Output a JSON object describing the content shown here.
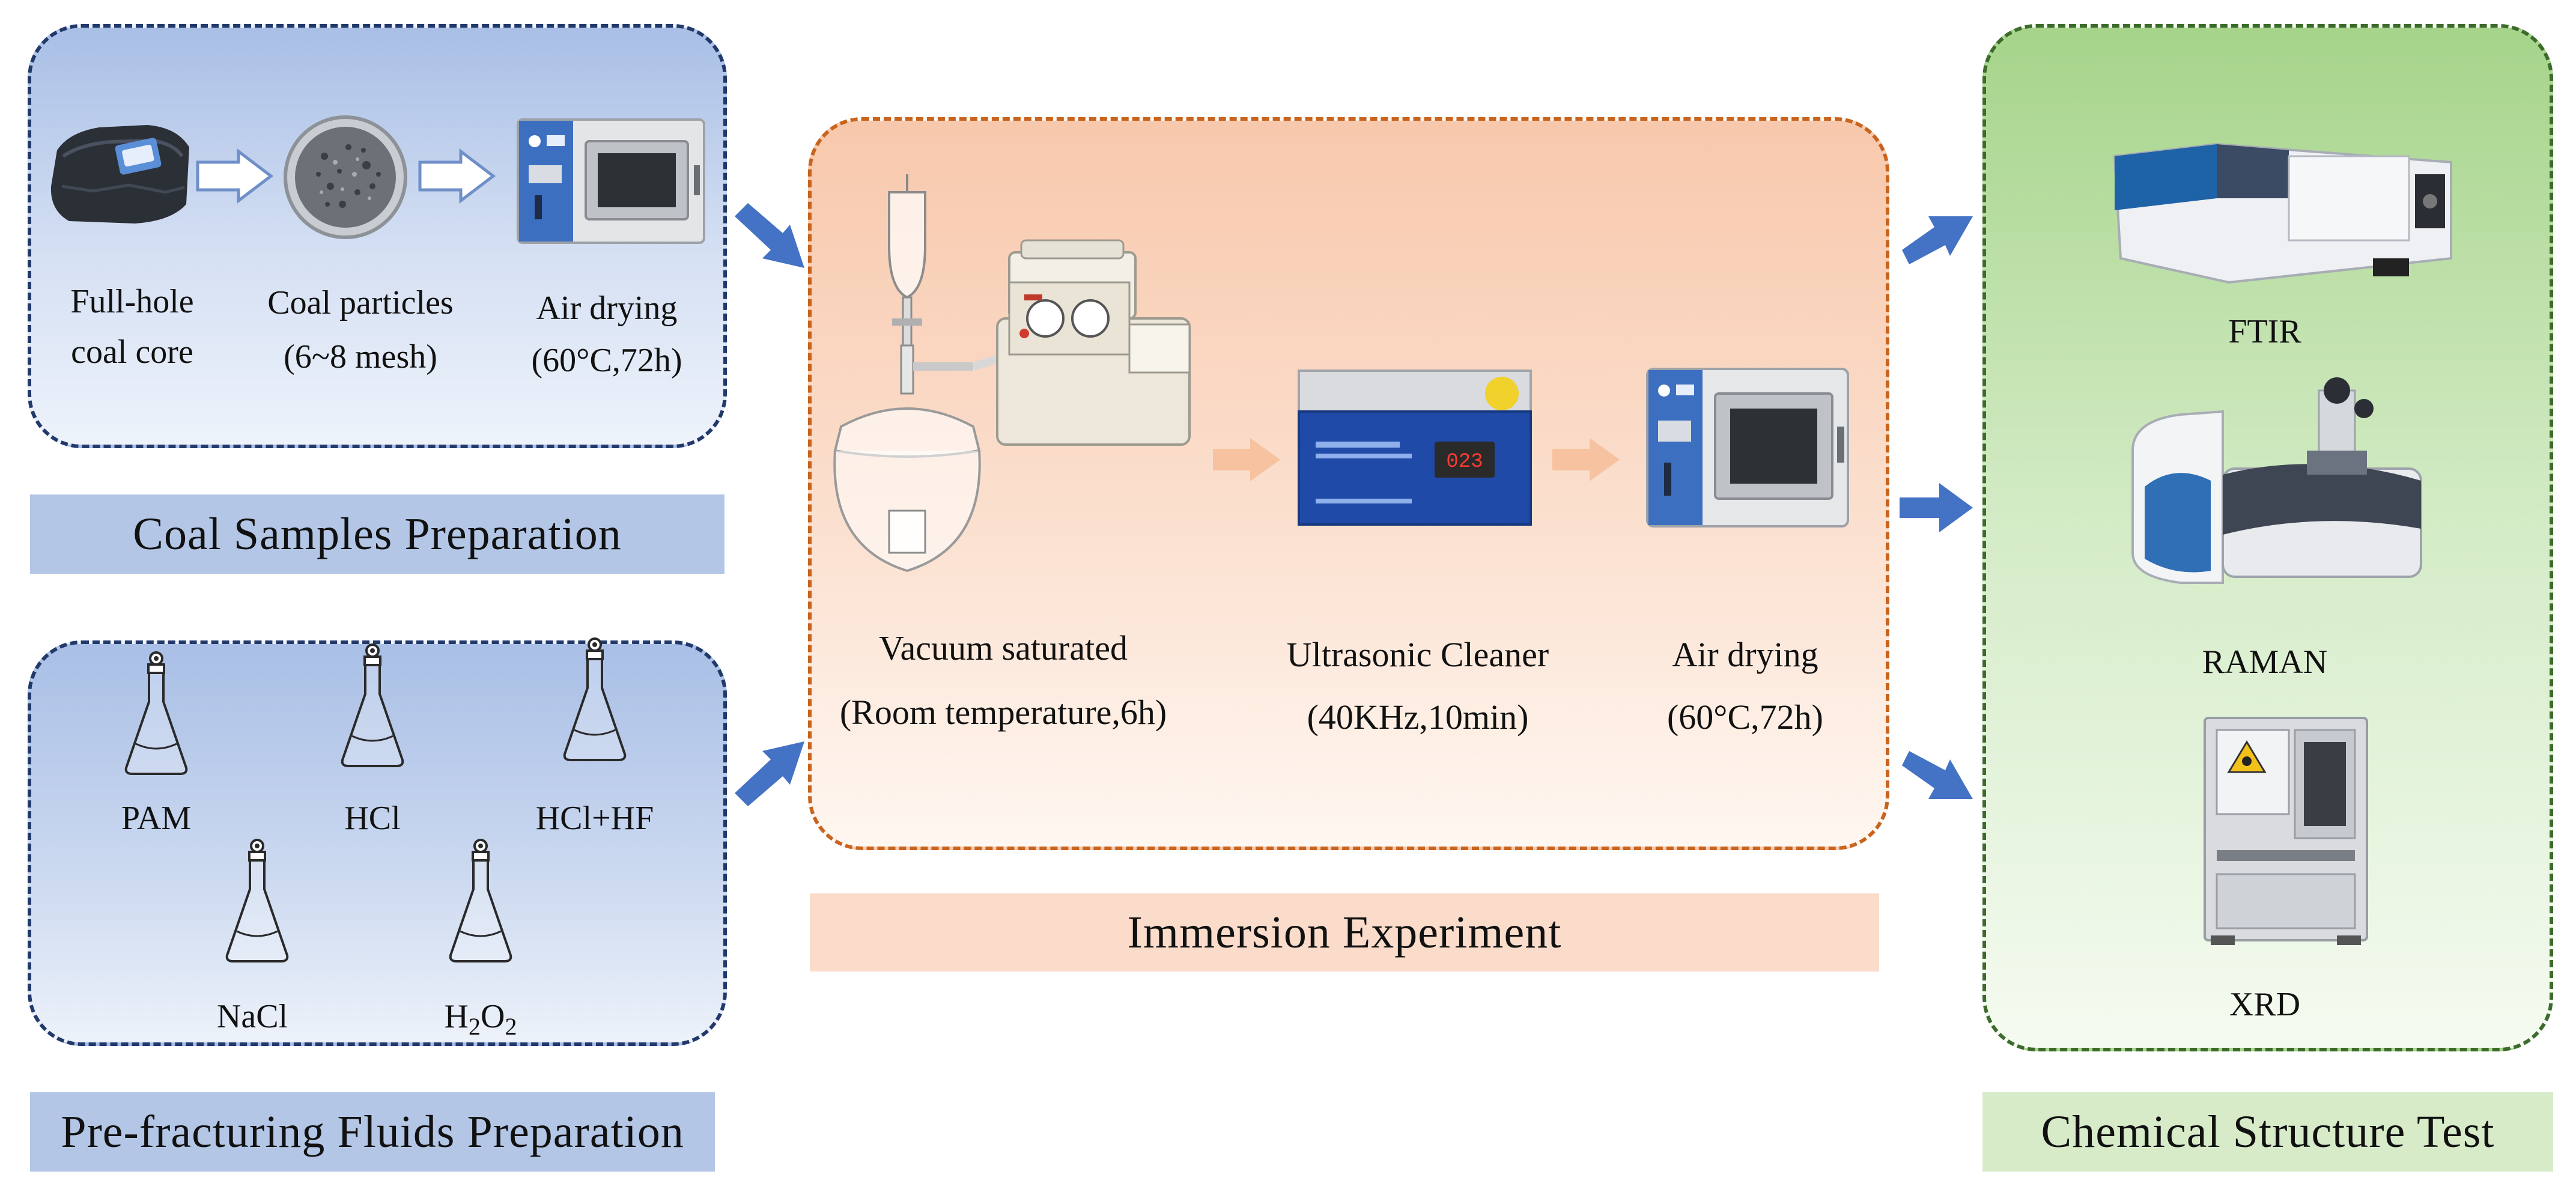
{
  "coal_prep": {
    "title": "Coal Samples Preparation",
    "steps": [
      {
        "line1": "Full-hole",
        "line2": "coal core"
      },
      {
        "line1": "Coal particles",
        "line2": "(6~8 mesh)"
      },
      {
        "line1": "Air drying",
        "line2": "(60°C,72h)"
      }
    ]
  },
  "fluids_prep": {
    "title": "Pre-fracturing Fluids Preparation",
    "fluids": [
      "PAM",
      "HCl",
      "HCl+HF",
      "NaCl"
    ],
    "h2o2": {
      "h": "H",
      "sub1": "2",
      "o": "O",
      "sub2": "2"
    }
  },
  "immersion": {
    "title": "Immersion Experiment",
    "steps": [
      {
        "line1": "Vacuum saturated",
        "line2": "(Room temperature,6h)"
      },
      {
        "line1": "Ultrasonic Cleaner",
        "line2": "(40KHz,10min)"
      },
      {
        "line1": "Air drying",
        "line2": "(60°C,72h)"
      }
    ],
    "cleaner_display": "023"
  },
  "chemical_test": {
    "title": "Chemical Structure Test",
    "methods": [
      "FTIR",
      "RAMAN",
      "XRD"
    ]
  },
  "colors": {
    "blue_arrow": "#4472c4",
    "peach_arrow": "#f7c29f",
    "coal_border": "#22396b",
    "immersion_border": "#c8641e",
    "chem_border": "#3d6b2c"
  }
}
